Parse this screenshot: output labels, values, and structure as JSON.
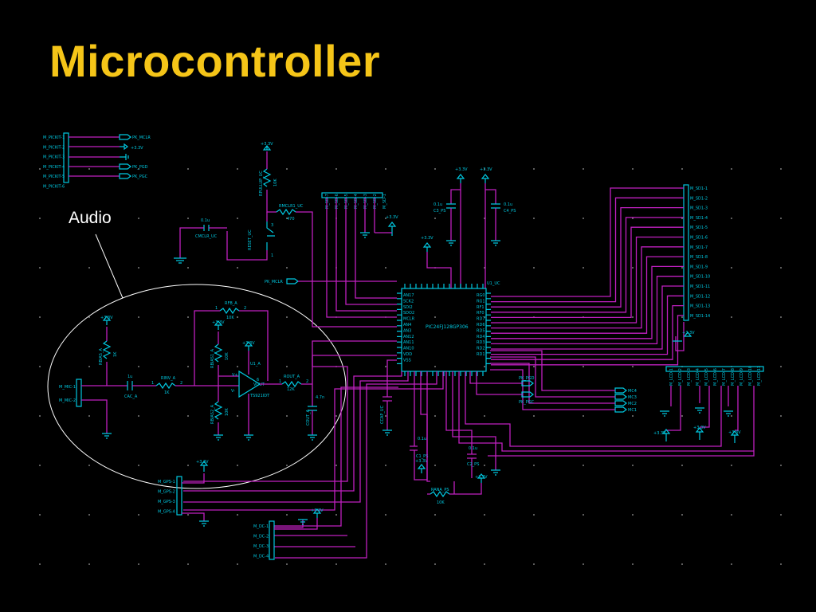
{
  "title": "Microcontroller",
  "annotation": "Audio",
  "colors": {
    "background": "#000000",
    "title": "#f5c518",
    "wire": "#c020c0",
    "component": "#00c8e0",
    "note": "#ffffff"
  },
  "mcu": {
    "ref": "U1_UC",
    "part": "PIC24FJ128GP306"
  },
  "rails": {
    "v33": "+3.3V"
  },
  "caps": {
    "uc": "0.1u",
    "uc_ref": "CMCLR_UC",
    "c3": "0.1u",
    "c3_ref": "C3_PS",
    "c4": "0.1u",
    "c4_ref": "C4_PS",
    "c1": "0.1u",
    "c1_ref": "C1_PS",
    "c2": "0.1u",
    "c2_ref": "C2_PS",
    "cac": "1u",
    "cac_ref": "CAC_A",
    "cout": "4.7n",
    "cout_ref": "COUT_A",
    "ccap": "CCAP_UC"
  },
  "resistors": {
    "pull_ref": "RPULLUP_UC",
    "pull_val": "10K",
    "mclr_ref": "RMCLR1_UC",
    "mclr_val": "470",
    "fb_ref": "RFB_A",
    "fb_val": "10K",
    "bias_ref": "RBIAS_A",
    "bias_val": "1K",
    "div1_ref": "RBIAS1_A",
    "div1_val": "10K",
    "div2_ref": "RBIAS2_A",
    "div2_val": "10K",
    "rin_ref": "RINV_A",
    "rin_val": "1K",
    "rout_ref": "ROUT_A",
    "rout_val": "12K",
    "rana_ref": "RANA_PS",
    "rana_val": "10K"
  },
  "opamp": {
    "ref": "U1_A",
    "part": "TS921IDT",
    "pin_vplus": "V+",
    "pin_vout": "VOUT",
    "pin_vminus": "V-"
  },
  "switch": {
    "ref": "RESET_UC"
  },
  "nets": {
    "mclr": "PK_MCLR",
    "pgd": "PK_PGD",
    "pgc": "PK_PGC",
    "mic_a": "M_MIC-1",
    "mic_b": "M_MIC-2"
  },
  "pickit_pins": [
    "M_PICKIT-1",
    "M_PICKIT-2",
    "M_PICKIT-3",
    "M_PICKIT-4",
    "M_PICKIT-5",
    "M_PICKIT-6"
  ],
  "sd_pins": [
    "M_SD1-1",
    "M_SD1-2",
    "M_SD1-3",
    "M_SD1-4",
    "M_SD1-5",
    "M_SD1-6",
    "M_SD1-7",
    "M_SD1-8",
    "M_SD1-9",
    "M_SD1-10",
    "M_SD1-11",
    "M_SD1-12",
    "M_SD1-13",
    "M_SD1-14"
  ],
  "sd_top": [
    "M_SD-1",
    "M_SD-2",
    "M_SD-3",
    "M_SD-4",
    "M_SD-5",
    "M_SD-6",
    "M_SD-7"
  ],
  "gps_pins": [
    "M_GPS-1",
    "M_GPS-2",
    "M_GPS-3",
    "M_GPS-4"
  ],
  "dc_pins": [
    "M_DC-1",
    "M_DC-2",
    "M_DC-3",
    "M_DC-4"
  ],
  "mc_labels": [
    "MC4",
    "MC3",
    "MC2",
    "MC1"
  ],
  "hdr_labels": [
    "M_LCD-1",
    "M_LCD-2",
    "M_LCD-3",
    "M_LCD-4",
    "M_LCD-5",
    "M_LCD-6",
    "M_LCD-7",
    "M_LCD-8",
    "M_LCD-9",
    "M_LCD-10",
    "M_LCD-11"
  ],
  "mcu_left_pins": [
    "AN17",
    "SCK2",
    "SDI2",
    "SDO2",
    "MCLR",
    "AN4",
    "AN3",
    "AN12",
    "AN11",
    "AN10",
    "VDD",
    "VSS"
  ],
  "mcu_right_pins": [
    "RG0",
    "RG1",
    "RF1",
    "RF0",
    "RD7",
    "RD6",
    "RD5",
    "RD4",
    "RD3",
    "RD2",
    "RD1"
  ],
  "pin_nums": {
    "p1": "1",
    "p2": "2",
    "p3": "3",
    "p4": "4",
    "p6": "6"
  }
}
